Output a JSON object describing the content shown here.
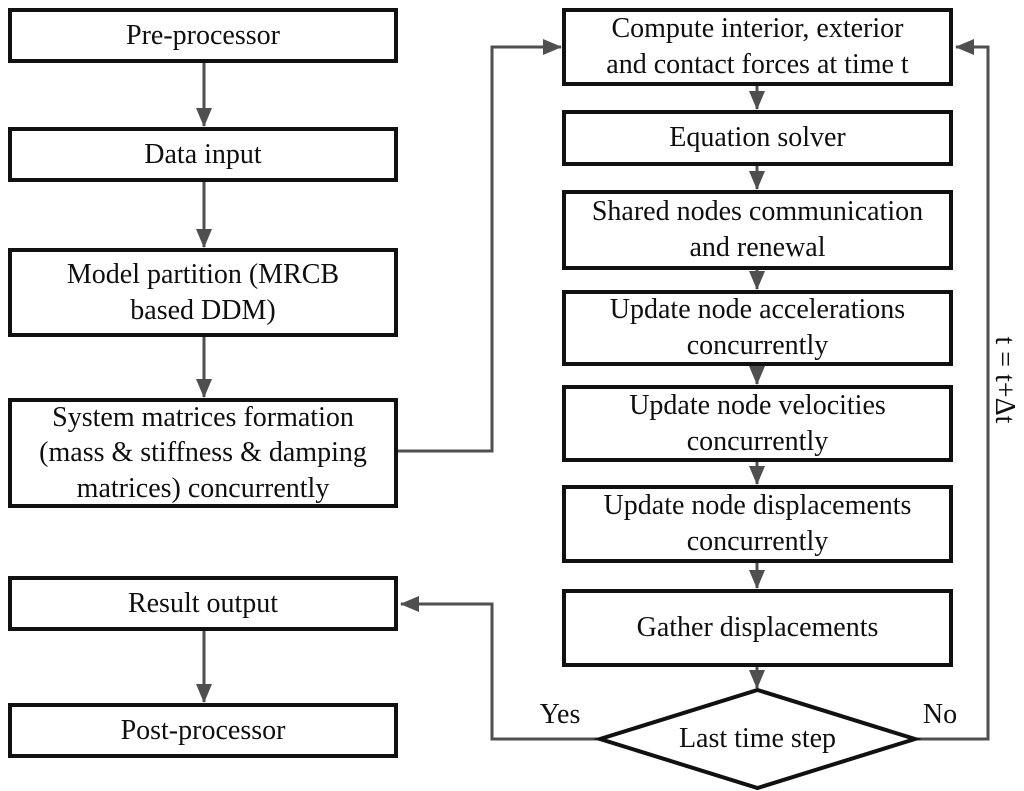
{
  "figure": {
    "background": "#ffffff",
    "box_border_color": "#111111",
    "connector_color": "#4f4f4f",
    "text_color": "#0f0f0f"
  },
  "left_column": {
    "boxes": [
      {
        "label": "Pre-processor"
      },
      {
        "label": "Data input"
      },
      {
        "label": "Model partition (MRCB\nbased DDM)"
      },
      {
        "label": "System matrices formation\n(mass & stiffness & damping\nmatrices) concurrently"
      },
      {
        "label": "Result output"
      },
      {
        "label": "Post-processor"
      }
    ]
  },
  "right_column": {
    "boxes": [
      {
        "label": "Compute interior, exterior\nand contact forces at time t"
      },
      {
        "label": "Equation solver"
      },
      {
        "label": "Shared nodes communication\nand renewal"
      },
      {
        "label": "Update node accelerations\nconcurrently"
      },
      {
        "label": "Update node velocities\nconcurrently"
      },
      {
        "label": "Update node displacements\nconcurrently"
      },
      {
        "label": "Gather displacements"
      }
    ]
  },
  "decision": {
    "label": "Last time step",
    "yes_label": "Yes",
    "no_label": "No"
  },
  "loop_label": "t = t+Δt"
}
